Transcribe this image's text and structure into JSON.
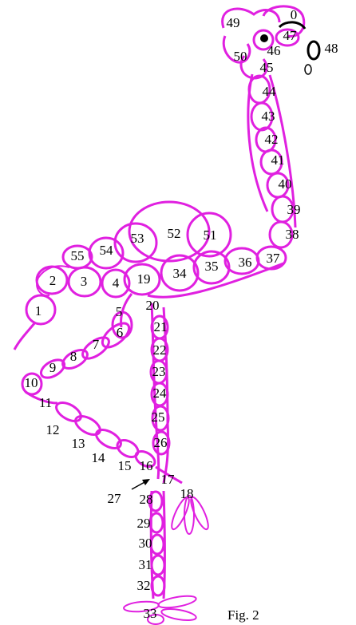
{
  "figure": {
    "caption": "Fig. 2",
    "accent_color": "#e020e0",
    "labels": [
      "0",
      "1",
      "2",
      "3",
      "4",
      "5",
      "6",
      "7",
      "8",
      "9",
      "10",
      "11",
      "12",
      "13",
      "14",
      "15",
      "16",
      "17",
      "18",
      "19",
      "20",
      "21",
      "22",
      "23",
      "24",
      "25",
      "26",
      "27",
      "28",
      "29",
      "30",
      "31",
      "32",
      "33",
      "34",
      "35",
      "36",
      "37",
      "38",
      "39",
      "40",
      "41",
      "42",
      "43",
      "44",
      "45",
      "46",
      "47",
      "48",
      "49",
      "50",
      "51",
      "52",
      "53",
      "54",
      "55"
    ]
  }
}
